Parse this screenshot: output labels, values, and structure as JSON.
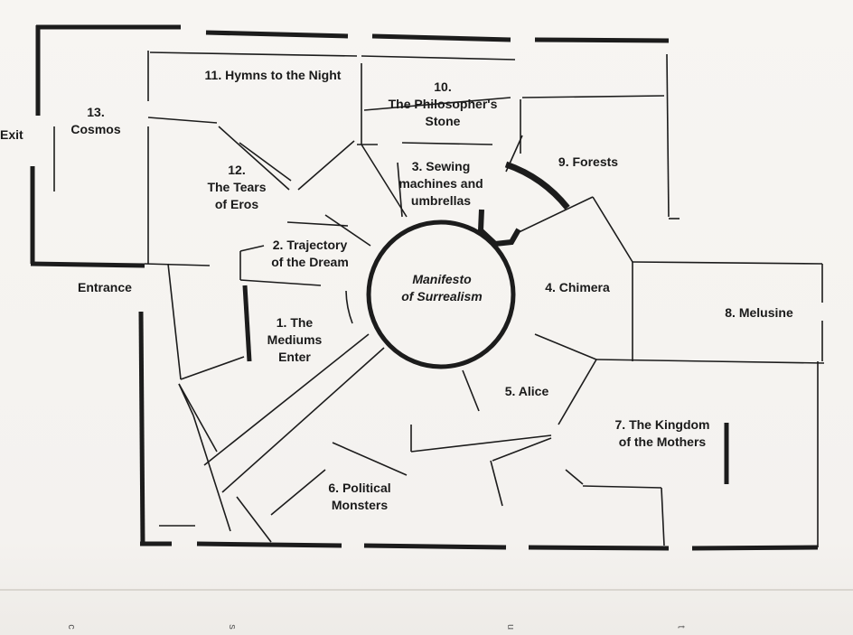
{
  "plan": {
    "labels": {
      "exit": "Exit",
      "entrance": "Entrance",
      "center": "Manifesto\nof Surrealism",
      "room1": "1. The\nMediums\nEnter",
      "room2": "2. Trajectory\nof the Dream",
      "room3": "3. Sewing\nmachines and\numbrellas",
      "room4": "4. Chimera",
      "room5": "5. Alice",
      "room6": "6. Political\nMonsters",
      "room7": "7. The Kingdom\nof the Mothers",
      "room8": "8. Melusine",
      "room9": "9. Forests",
      "room10": "10.\nThe Philosopher's\nStone",
      "room11": "11. Hymns to the Night",
      "room12": "12.\nThe Tears\nof Eros",
      "room13": "13.\nCosmos"
    },
    "page_edge_marks": [
      "c",
      "s",
      "u",
      "t"
    ],
    "colors": {
      "ink": "#1c1c1c",
      "paper": "#f5f3f0"
    }
  }
}
